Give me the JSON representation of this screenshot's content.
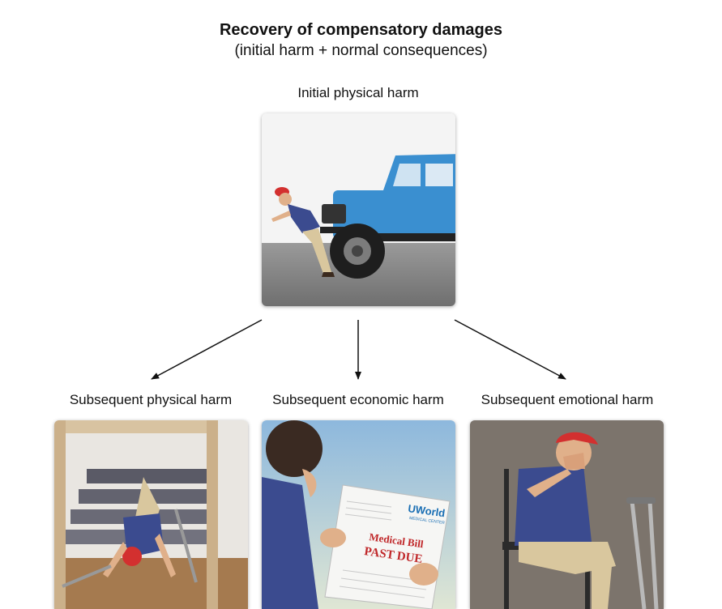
{
  "title": "Recovery of compensatory damages",
  "subtitle": "(initial harm + normal consequences)",
  "initial": {
    "label": "Initial physical harm",
    "illustration": "person-struck-by-blue-jeep"
  },
  "consequences": [
    {
      "label": "Subsequent physical harm",
      "illustration": "person-falling-on-stairs-with-crutches"
    },
    {
      "label": "Subsequent economic harm",
      "illustration": "person-holding-medical-bill",
      "bill_logo": "UWorld",
      "bill_logo_sub": "MEDICAL CENTER",
      "bill_heading": "Medical Bill",
      "bill_stamp": "PAST DUE"
    },
    {
      "label": "Subsequent emotional harm",
      "illustration": "distressed-person-seated-with-crutch"
    }
  ],
  "colors": {
    "jeep": "#3a8fd0",
    "cap": "#d3302f",
    "shirt": "#3b4b8f",
    "arrow": "#111111",
    "stamp": "#c0282a"
  }
}
